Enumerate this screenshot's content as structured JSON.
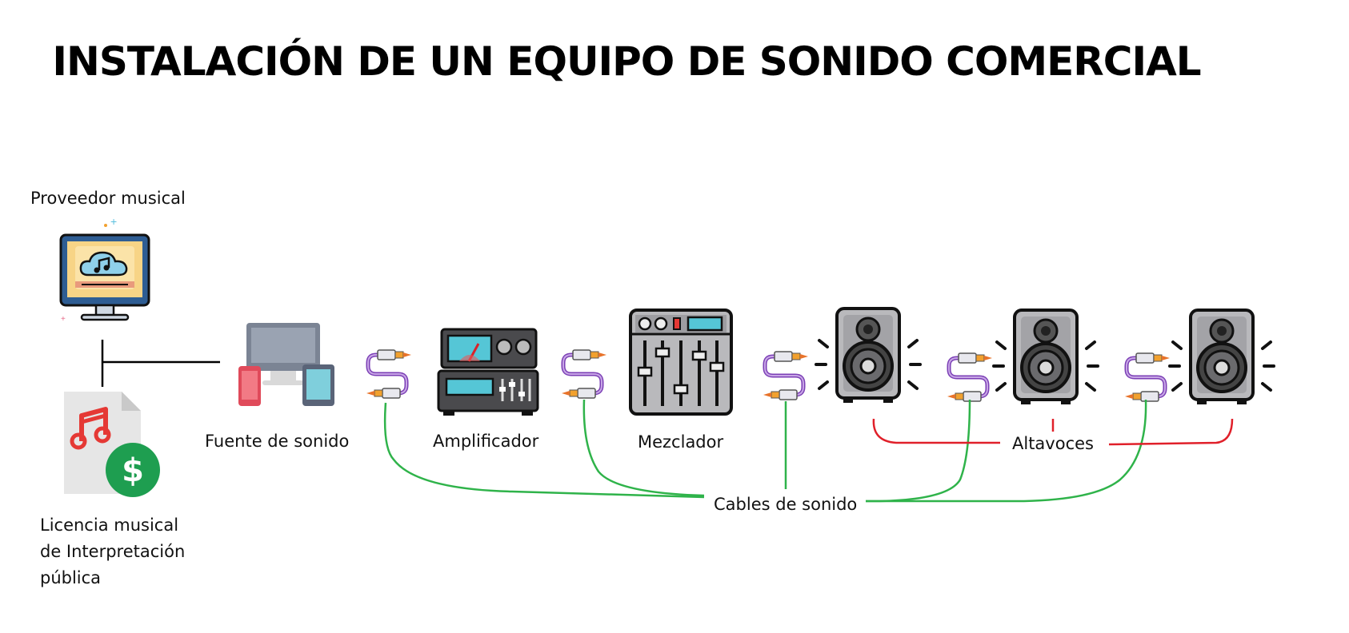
{
  "title": "INSTALACIÓN DE UN EQUIPO DE SONIDO COMERCIAL",
  "nodes": {
    "provider": "Proveedor musical",
    "license": "Licencia musical\nde Interpretación\npública",
    "source": "Fuente de sonido",
    "amplifier": "Amplificador",
    "mixer": "Mezclador",
    "speakers": "Altavoces",
    "cables": "Cables de sonido"
  },
  "icons": {
    "provider": "computer-music-cloud-icon",
    "license": "music-file-dollar-icon",
    "source": "devices-icon",
    "amplifier": "amplifier-icon",
    "mixer": "mixer-icon",
    "speaker": "speaker-icon",
    "cable": "audio-cable-icon"
  },
  "colors": {
    "cable_lines": "#2fb34a",
    "speaker_lines": "#e0202a",
    "connector": "#000000"
  }
}
